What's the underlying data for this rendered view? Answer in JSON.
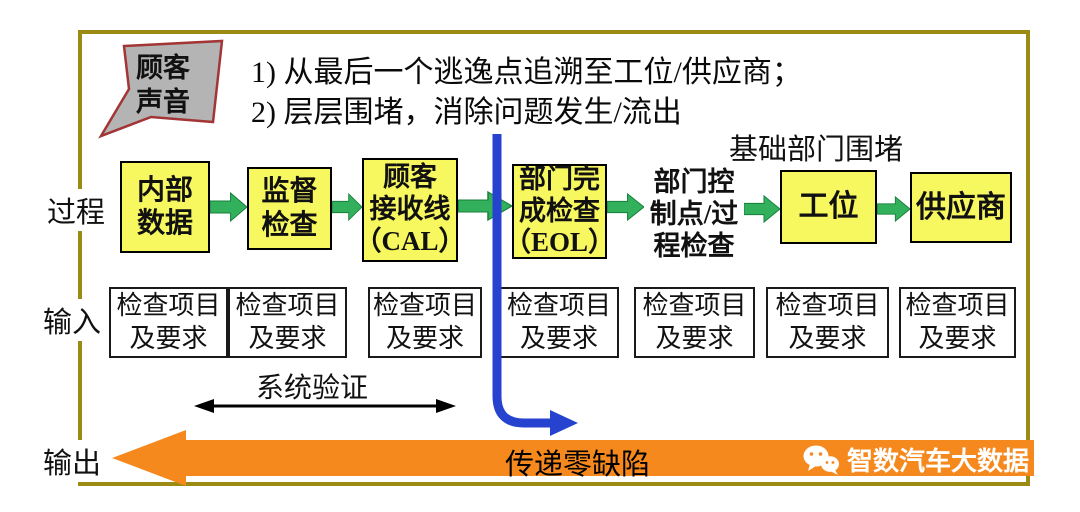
{
  "banner": {
    "text": "顾客\n声音"
  },
  "notes": {
    "line1": "1) 从最后一个逃逸点追溯至工位/供应商；",
    "line2": "2) 层层围堵，消除问题发生/流出"
  },
  "labels": {
    "process": "过程",
    "input": "输入",
    "output": "输出",
    "base_containment": "基础部门围堵",
    "system_verification": "系统验证",
    "zero_defect": "传递零缺陷"
  },
  "process_steps": [
    {
      "label": "内部\n数据"
    },
    {
      "label": "监督\n检查"
    },
    {
      "label": "顾客\n接收线\n（CAL）"
    },
    {
      "label": "部门完\n成检查\n（EOL）"
    },
    {
      "label": "部门控\n制点/过\n程检查"
    },
    {
      "label": "工位"
    },
    {
      "label": "供应商"
    }
  ],
  "input_requirements": [
    {
      "label": "检查项目\n及要求"
    },
    {
      "label": "检查项目\n及要求"
    },
    {
      "label": "检查项目\n及要求"
    },
    {
      "label": "检查项目\n及要求"
    },
    {
      "label": "检查项目\n及要求"
    },
    {
      "label": "检查项目\n及要求"
    },
    {
      "label": "检查项目\n及要求"
    }
  ],
  "watermark": {
    "text": "智数汽车大数据",
    "icon": "wechat-icon"
  },
  "colors": {
    "frame_border": "#9c8b12",
    "process_box_fill": "#f7f75f",
    "flow_arrow_green": "#33b05c",
    "trace_line_blue": "#2543cf",
    "output_arrow_orange": "#f6891e",
    "banner_fill": "#b4b4b4",
    "banner_border": "#a23535"
  }
}
